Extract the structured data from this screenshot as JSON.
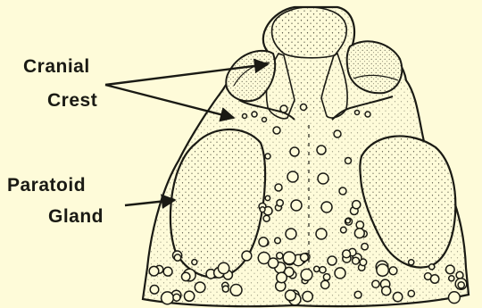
{
  "labels": {
    "cranial_crest_line1": "Cranial",
    "cranial_crest_line2": "Crest",
    "paratoid_gland_line1": "Paratoid",
    "paratoid_gland_line2": "Gland"
  },
  "colors": {
    "background": "#fefbd9",
    "ink": "#1a1a14"
  }
}
